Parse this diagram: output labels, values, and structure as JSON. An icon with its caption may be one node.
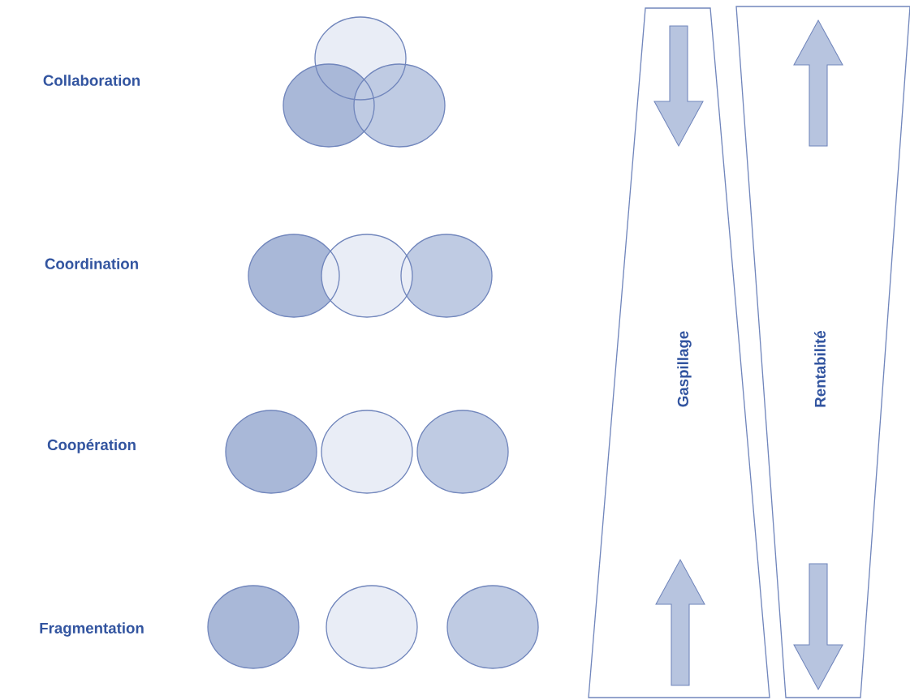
{
  "diagram": {
    "nodes": [
      {
        "text": [
          "Gaspillage"
        ]
      },
      {
        "text": [
          "Rentabilité"
        ]
      }
    ],
    "labels": [
      "Collaboration",
      "Coordination",
      "Coopération",
      "Fragmentation"
    ]
  }
}
